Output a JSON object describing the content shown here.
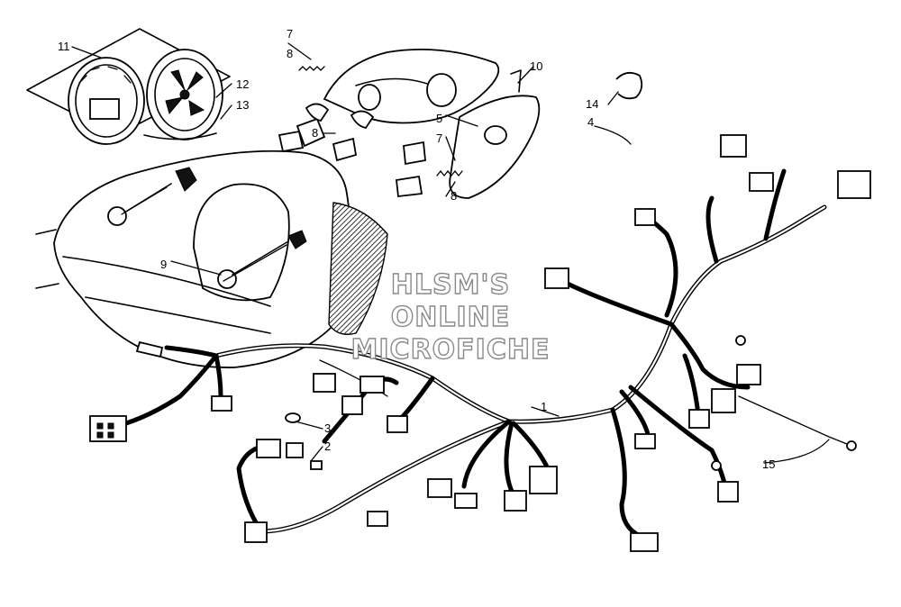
{
  "diagram": {
    "callouts": [
      {
        "id": "c1",
        "text": "1"
      },
      {
        "id": "c2",
        "text": "2"
      },
      {
        "id": "c3",
        "text": "3"
      },
      {
        "id": "c4",
        "text": "4"
      },
      {
        "id": "c5",
        "text": "5"
      },
      {
        "id": "c7a",
        "text": "7"
      },
      {
        "id": "c7b",
        "text": "7"
      },
      {
        "id": "c8a",
        "text": "8"
      },
      {
        "id": "c8b",
        "text": "8"
      },
      {
        "id": "c8c",
        "text": "8"
      },
      {
        "id": "c9",
        "text": "9"
      },
      {
        "id": "c10",
        "text": "10"
      },
      {
        "id": "c11",
        "text": "11"
      },
      {
        "id": "c12",
        "text": "12"
      },
      {
        "id": "c13",
        "text": "13"
      },
      {
        "id": "c14",
        "text": "14"
      },
      {
        "id": "c15",
        "text": "15"
      }
    ],
    "watermark": [
      "HLSM'S",
      "ONLINE",
      "MICROFICHE"
    ]
  },
  "colors": {
    "line": "#000000",
    "background": "#ffffff",
    "watermark": "#8a8a8a"
  }
}
